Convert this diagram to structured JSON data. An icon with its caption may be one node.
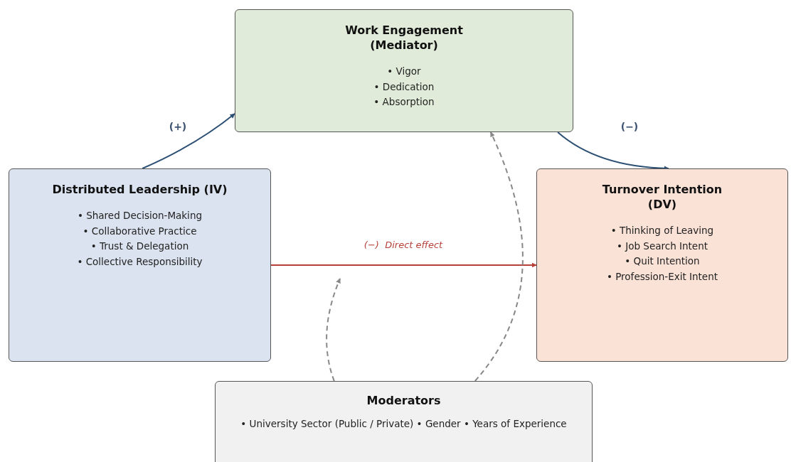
{
  "diagram": {
    "nodes": [
      {
        "text": [
          "Work Engagement (Mediator)",
          "• Vigor",
          "• Dedication",
          "• Absorption"
        ]
      },
      {
        "text": [
          "Distributed Leadership (IV)",
          "• Shared Decision-Making",
          "• Collaborative Practice",
          "• Trust & Delegation",
          "• Collective Responsibility"
        ]
      },
      {
        "text": [
          "Turnover Intention (DV)",
          "• Thinking of Leaving",
          "• Job Search Intent",
          "• Quit Intention",
          "• Profession-Exit Intent"
        ]
      },
      {
        "text": [
          "Moderators",
          "• University Sector (Public / Private)  •  Gender  •  Years of Experience"
        ]
      }
    ],
    "edges": [
      {
        "from": 1,
        "to": 0,
        "arrow": "to",
        "label": "(+)"
      },
      {
        "from": 0,
        "to": 2,
        "arrow": "to",
        "label": "(−)"
      },
      {
        "from": 1,
        "to": 2,
        "arrow": "to",
        "label": "(−)  Direct effect",
        "color": "#b5413a"
      },
      {
        "from": 3,
        "to": null,
        "arrow": "to",
        "style": "dashed",
        "color": "#888888"
      },
      {
        "from": 3,
        "to": 0,
        "arrow": "to",
        "style": "dashed",
        "color": "#888888"
      }
    ]
  }
}
